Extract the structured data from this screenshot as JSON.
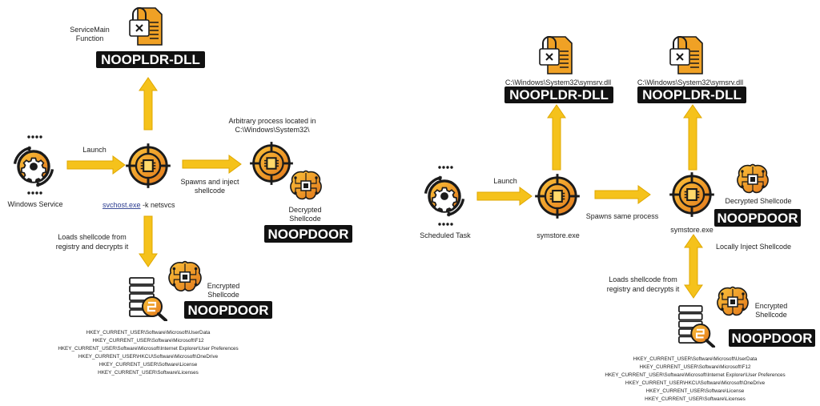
{
  "left": {
    "windows_service": "Windows Service",
    "launch": "Launch",
    "servicemain": [
      "ServiceMain",
      "Function"
    ],
    "noopldr_dll": "NOOPLDR-DLL",
    "arbitrary": [
      "Arbitrary process located in",
      "C:\\Windows\\System32\\"
    ],
    "spawns_inject": [
      "Spawns and inject",
      "shellcode"
    ],
    "decrypted": [
      "Decrypted",
      "Shellcode"
    ],
    "noopdoor_top": "NOOPDOOR",
    "svchost_exe": "svchost.exe",
    "svchost_args": " -k netsvcs",
    "loads": [
      "Loads shellcode from",
      "registry and decrypts it"
    ],
    "encrypted": [
      "Encrypted",
      "Shellcode"
    ],
    "noopdoor_bottom": "NOOPDOOR",
    "registry": [
      "HKEY_CURRENT_USER\\Software\\Microsoft\\UserData",
      "HKEY_CURRENT_USER\\Software\\Microsoft\\F12",
      "HKEY_CURRENT_USER\\Software\\Microsoft\\Internet Explorer\\User Preferences",
      "HKEY_CURRENT_USER\\HKCU\\Software\\Microsoft\\OneDrive",
      "HKEY_CURRENT_USER\\Software\\License",
      "HKEY_CURRENT_USER\\Software\\Licenses"
    ]
  },
  "right": {
    "scheduled_task": "Scheduled Task",
    "launch": "Launch",
    "dll_path_1": "C:\\Windows\\System32\\symsrv.dll",
    "noopldr_dll_1": "NOOPLDR-DLL",
    "dll_path_2": "C:\\Windows\\System32\\symsrv.dll",
    "noopldr_dll_2": "NOOPLDR-DLL",
    "spawns_same": "Spawns same process",
    "symstore_1": "symstore.exe",
    "symstore_2": "symstore.exe",
    "decrypted": "Decrypted Shellcode",
    "noopdoor_top": "NOOPDOOR",
    "locally_inject": "Locally Inject Shellcode",
    "loads": [
      "Loads shellcode from",
      "registry and decrypts it"
    ],
    "encrypted": [
      "Encrypted",
      "Shellcode"
    ],
    "noopdoor_bottom": "NOOPDOOR",
    "registry": [
      "HKEY_CURRENT_USER\\Software\\Microsoft\\UserData",
      "HKEY_CURRENT_USER\\Software\\Microsoft\\F12",
      "HKEY_CURRENT_USER\\Software\\Microsoft\\Internet Explorer\\User Preferences",
      "HKEY_CURRENT_USER\\HKCU\\Software\\Microsoft\\OneDrive",
      "HKEY_CURRENT_USER\\Software\\License",
      "HKEY_CURRENT_USER\\Software\\Licenses"
    ]
  },
  "colors": {
    "arrow": "#f5c21b",
    "arrow_stroke": "#e0a800",
    "badge_bg": "#111111",
    "icon_orange": "#f08a24",
    "icon_yellow": "#fbc33a",
    "icon_dark": "#1b1b1b"
  }
}
